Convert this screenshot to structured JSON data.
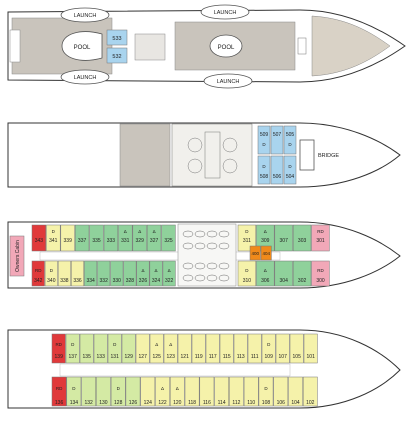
{
  "colors": {
    "deck_wood": "#c9c4bc",
    "blue": "#a9d4ee",
    "green": "#8fd19b",
    "light_green": "#d4eaa4",
    "yellow": "#f5f2aa",
    "pink": "#f2a8b8",
    "red": "#e0393a",
    "orange": "#f08a1a",
    "hull_stroke": "#333333"
  },
  "decks": {
    "sun": {
      "launch_labels": [
        "LAUNCH",
        "LAUNCH",
        "LAUNCH",
        "LAUNCH"
      ],
      "pool_labels": [
        "POOL",
        "POOL"
      ],
      "cabins": [
        {
          "num": "533",
          "color": "blue"
        },
        {
          "num": "532",
          "color": "blue"
        }
      ]
    },
    "bridge": {
      "bridge_label": "BRIDGE",
      "cabins": [
        {
          "num": "509",
          "color": "blue",
          "sub": "D"
        },
        {
          "num": "507",
          "color": "blue",
          "sub": ""
        },
        {
          "num": "505",
          "color": "blue",
          "sub": "D"
        },
        {
          "num": "508",
          "color": "blue",
          "sub": "D"
        },
        {
          "num": "506",
          "color": "blue",
          "sub": ""
        },
        {
          "num": "504",
          "color": "blue",
          "sub": "D"
        }
      ]
    },
    "main": {
      "owners_cabin": "Owners Cabin",
      "top_row": [
        {
          "num": "343",
          "color": "red",
          "sub": ""
        },
        {
          "num": "341",
          "color": "yellow",
          "sub": "D"
        },
        {
          "num": "339",
          "color": "yellow",
          "sub": ""
        },
        {
          "num": "337",
          "color": "green",
          "sub": ""
        },
        {
          "num": "335",
          "color": "green",
          "sub": ""
        },
        {
          "num": "333",
          "color": "green",
          "sub": ""
        },
        {
          "num": "331",
          "color": "green",
          "sub": "Δ"
        },
        {
          "num": "329",
          "color": "green",
          "sub": "Δ"
        },
        {
          "num": "327",
          "color": "green",
          "sub": "Δ"
        },
        {
          "num": "325",
          "color": "green",
          "sub": ""
        },
        {
          "num": "311",
          "color": "yellow",
          "sub": "D"
        },
        {
          "num": "309",
          "color": "green",
          "sub": "Δ"
        },
        {
          "num": "307",
          "color": "green",
          "sub": ""
        },
        {
          "num": "303",
          "color": "green",
          "sub": ""
        },
        {
          "num": "301",
          "color": "pink",
          "sub": "RD"
        }
      ],
      "bottom_row": [
        {
          "num": "342",
          "color": "red",
          "sub": "RD"
        },
        {
          "num": "340",
          "color": "yellow",
          "sub": "D"
        },
        {
          "num": "338",
          "color": "yellow",
          "sub": ""
        },
        {
          "num": "336",
          "color": "yellow",
          "sub": ""
        },
        {
          "num": "334",
          "color": "green",
          "sub": ""
        },
        {
          "num": "332",
          "color": "green",
          "sub": ""
        },
        {
          "num": "330",
          "color": "green",
          "sub": ""
        },
        {
          "num": "328",
          "color": "green",
          "sub": ""
        },
        {
          "num": "326",
          "color": "green",
          "sub": "Δ"
        },
        {
          "num": "324",
          "color": "green",
          "sub": "Δ"
        },
        {
          "num": "322",
          "color": "green",
          "sub": "Δ"
        },
        {
          "num": "310",
          "color": "yellow",
          "sub": "D"
        },
        {
          "num": "306",
          "color": "green",
          "sub": "Δ"
        },
        {
          "num": "304",
          "color": "green",
          "sub": ""
        },
        {
          "num": "302",
          "color": "green",
          "sub": ""
        },
        {
          "num": "300",
          "color": "pink",
          "sub": "RD"
        }
      ],
      "orange_cabins": [
        {
          "num": "400",
          "color": "orange"
        },
        {
          "num": "404",
          "color": "orange"
        }
      ]
    },
    "lower": {
      "top_row": [
        {
          "num": "139",
          "color": "red",
          "sub": "RD"
        },
        {
          "num": "137",
          "color": "light_green",
          "sub": "D"
        },
        {
          "num": "135",
          "color": "light_green",
          "sub": ""
        },
        {
          "num": "133",
          "color": "light_green",
          "sub": ""
        },
        {
          "num": "131",
          "color": "light_green",
          "sub": "D"
        },
        {
          "num": "129",
          "color": "light_green",
          "sub": ""
        },
        {
          "num": "127",
          "color": "yellow",
          "sub": ""
        },
        {
          "num": "125",
          "color": "yellow",
          "sub": "Δ"
        },
        {
          "num": "123",
          "color": "yellow",
          "sub": "Δ"
        },
        {
          "num": "121",
          "color": "yellow",
          "sub": ""
        },
        {
          "num": "119",
          "color": "yellow",
          "sub": ""
        },
        {
          "num": "117",
          "color": "yellow",
          "sub": ""
        },
        {
          "num": "115",
          "color": "yellow",
          "sub": ""
        },
        {
          "num": "113",
          "color": "yellow",
          "sub": ""
        },
        {
          "num": "111",
          "color": "yellow",
          "sub": ""
        },
        {
          "num": "109",
          "color": "yellow",
          "sub": "D"
        },
        {
          "num": "107",
          "color": "yellow",
          "sub": ""
        },
        {
          "num": "105",
          "color": "yellow",
          "sub": ""
        },
        {
          "num": "101",
          "color": "yellow",
          "sub": ""
        }
      ],
      "bottom_row": [
        {
          "num": "136",
          "color": "red",
          "sub": "RD"
        },
        {
          "num": "134",
          "color": "light_green",
          "sub": "D"
        },
        {
          "num": "132",
          "color": "light_green",
          "sub": ""
        },
        {
          "num": "130",
          "color": "light_green",
          "sub": ""
        },
        {
          "num": "128",
          "color": "light_green",
          "sub": "D"
        },
        {
          "num": "126",
          "color": "light_green",
          "sub": ""
        },
        {
          "num": "124",
          "color": "yellow",
          "sub": ""
        },
        {
          "num": "122",
          "color": "yellow",
          "sub": "Δ"
        },
        {
          "num": "120",
          "color": "yellow",
          "sub": "Δ"
        },
        {
          "num": "118",
          "color": "yellow",
          "sub": ""
        },
        {
          "num": "116",
          "color": "yellow",
          "sub": ""
        },
        {
          "num": "114",
          "color": "yellow",
          "sub": ""
        },
        {
          "num": "112",
          "color": "yellow",
          "sub": ""
        },
        {
          "num": "110",
          "color": "yellow",
          "sub": ""
        },
        {
          "num": "108",
          "color": "yellow",
          "sub": "D"
        },
        {
          "num": "106",
          "color": "yellow",
          "sub": ""
        },
        {
          "num": "104",
          "color": "yellow",
          "sub": ""
        },
        {
          "num": "102",
          "color": "yellow",
          "sub": ""
        }
      ]
    }
  }
}
